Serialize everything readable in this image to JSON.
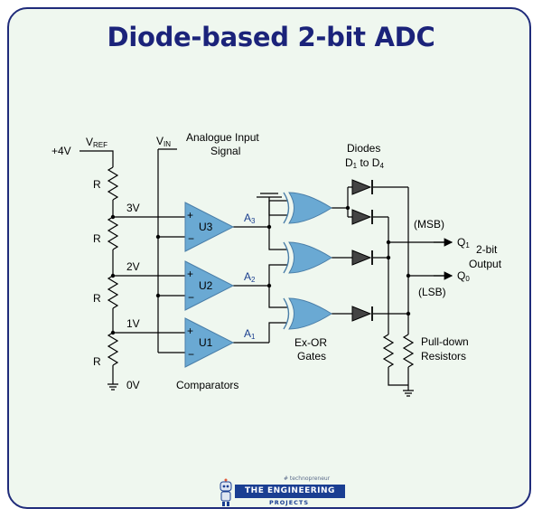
{
  "title": "Diode-based 2-bit ADC",
  "supply": {
    "label": "+4V",
    "vref": "V",
    "vref_sub": "REF",
    "vin": "V",
    "vin_sub": "IN"
  },
  "input_signal": {
    "line1": "Analogue Input",
    "line2": "Signal"
  },
  "resistor_label": "R",
  "voltages": {
    "v3": "3V",
    "v2": "2V",
    "v1": "1V",
    "v0": "0V"
  },
  "comparators": {
    "labels": [
      "U3",
      "U2",
      "U1"
    ],
    "plus": "+",
    "minus": "−",
    "caption": "Comparators"
  },
  "comparator_outputs": [
    {
      "name": "A",
      "sub": "3"
    },
    {
      "name": "A",
      "sub": "2"
    },
    {
      "name": "A",
      "sub": "1"
    }
  ],
  "gates_caption": {
    "line1": "Ex-OR",
    "line2": "Gates"
  },
  "diodes_caption": {
    "line1": "Diodes",
    "d": "D",
    "d1_sub": "1",
    "to": " to D",
    "d4_sub": "4"
  },
  "outputs": {
    "msb": "(MSB)",
    "lsb": "(LSB)",
    "q1": "Q",
    "q1_sub": "1",
    "q0": "Q",
    "q0_sub": "0",
    "caption_line1": "2-bit",
    "caption_line2": "Output"
  },
  "pulldown": {
    "line1": "Pull-down",
    "line2": "Resistors"
  },
  "logo": {
    "tag": "# technopreneur",
    "brand": "THE ENGINEERING",
    "sub": "PROJECTS"
  },
  "colors": {
    "frame": "#1f2b7a",
    "background": "#eff7ef",
    "comparator_fill": "#6aa9d3",
    "gate_fill": "#6aa9d3",
    "diode_fill": "#444444",
    "accent_text": "#1b3f8f"
  }
}
